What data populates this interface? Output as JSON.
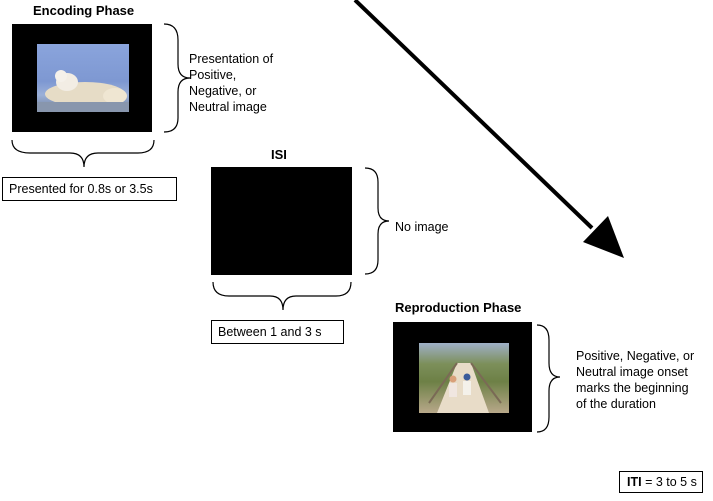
{
  "encoding": {
    "title": "Encoding Phase",
    "description_lines": [
      "Presentation of",
      "Positive,",
      "Negative, or",
      "Neutral image"
    ],
    "timing": "Presented for 0.8s or 3.5s",
    "image": "polar-bear-photo"
  },
  "isi": {
    "title": "ISI",
    "description": "No image",
    "timing": "Between 1 and 3 s"
  },
  "reproduction": {
    "title": "Reproduction Phase",
    "description_lines": [
      "Positive, Negative, or",
      "Neutral image onset",
      "marks the beginning",
      "of the duration"
    ],
    "image": "children-on-boardwalk-photo"
  },
  "iti": {
    "bold": "ITI",
    "text": " = 3 to 5 s"
  },
  "colors": {
    "screen": "#000000",
    "sky": "#7d9ad6",
    "bear": "#e8dcc4"
  }
}
